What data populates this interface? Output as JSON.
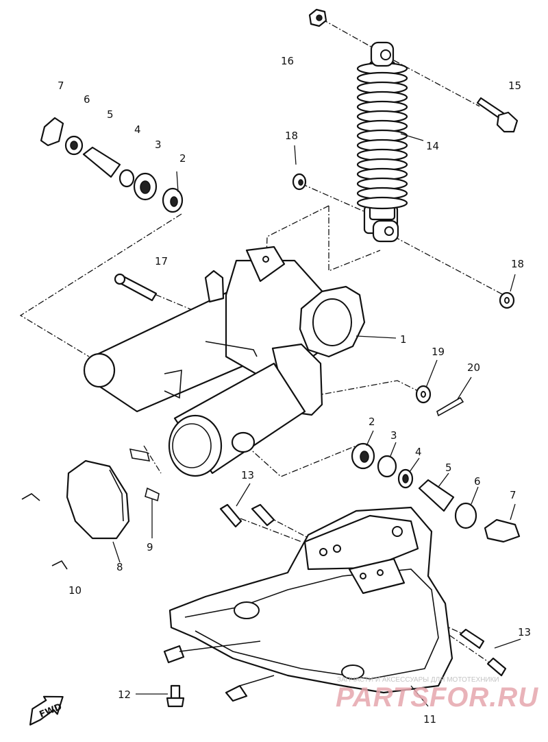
{
  "diagram": {
    "callouts": [
      {
        "id": "c7a",
        "label": "7"
      },
      {
        "id": "c6a",
        "label": "6"
      },
      {
        "id": "c5a",
        "label": "5"
      },
      {
        "id": "c4a",
        "label": "4"
      },
      {
        "id": "c3a",
        "label": "3"
      },
      {
        "id": "c2a",
        "label": "2"
      },
      {
        "id": "c16",
        "label": "16"
      },
      {
        "id": "c15",
        "label": "15"
      },
      {
        "id": "c14",
        "label": "14"
      },
      {
        "id": "c18a",
        "label": "18"
      },
      {
        "id": "c18b",
        "label": "18"
      },
      {
        "id": "c17",
        "label": "17"
      },
      {
        "id": "c1",
        "label": "1"
      },
      {
        "id": "c19",
        "label": "19"
      },
      {
        "id": "c20",
        "label": "20"
      },
      {
        "id": "c2b",
        "label": "2"
      },
      {
        "id": "c3b",
        "label": "3"
      },
      {
        "id": "c4b",
        "label": "4"
      },
      {
        "id": "c5b",
        "label": "5"
      },
      {
        "id": "c6b",
        "label": "6"
      },
      {
        "id": "c7b",
        "label": "7"
      },
      {
        "id": "c13a",
        "label": "13"
      },
      {
        "id": "c13b",
        "label": "13"
      },
      {
        "id": "c9",
        "label": "9"
      },
      {
        "id": "c8",
        "label": "8"
      },
      {
        "id": "c10",
        "label": "10"
      },
      {
        "id": "c12",
        "label": "12"
      },
      {
        "id": "c11",
        "label": "11"
      }
    ],
    "fwd_label": "FWD",
    "watermark": {
      "caption": "ЗАПЧАСТИ И АКСЕССУАРЫ ДЛЯ МОТОТЕХНИКИ",
      "brand": "PARTSFOR.RU"
    }
  }
}
